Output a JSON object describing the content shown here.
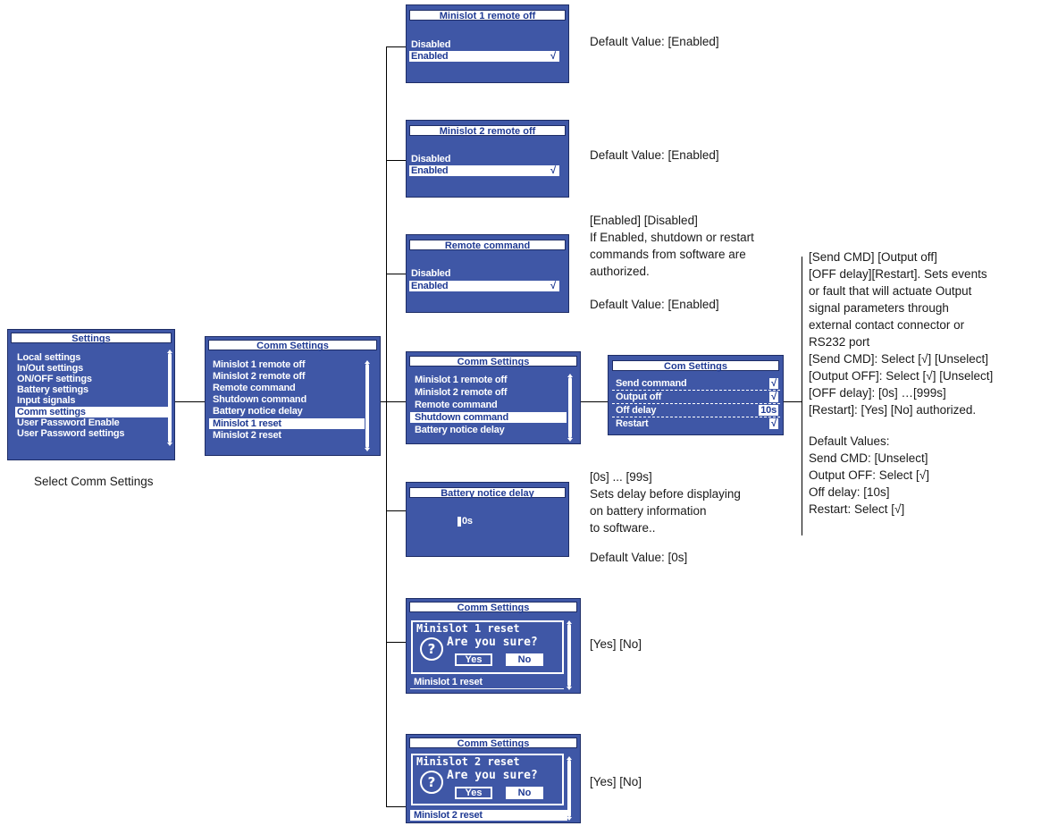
{
  "settings_menu": {
    "title": "Settings",
    "items": [
      "Local settings",
      "In/Out settings",
      "ON/OFF settings",
      "Battery settings",
      "Input signals",
      "Comm settings",
      "User Password Enable",
      "User Password settings"
    ],
    "caption": "Select Comm Settings"
  },
  "comm_menu": {
    "title": "Comm Settings",
    "items": [
      "Minislot 1 remote off",
      "Minislot 2 remote off",
      "Remote command",
      "Shutdown command",
      "Battery notice delay",
      "Minislot 1 reset",
      "Minislot 2 reset"
    ]
  },
  "ms1_remote": {
    "title": "Minislot 1 remote off",
    "opt1": "Disabled",
    "opt2": "Enabled",
    "check": "√",
    "desc": "Default Value: [Enabled]"
  },
  "ms2_remote": {
    "title": "Minislot 2 remote off",
    "opt1": "Disabled",
    "opt2": "Enabled",
    "check": "√",
    "desc": "Default Value: [Enabled]"
  },
  "remote_cmd": {
    "title": "Remote command",
    "opt1": "Disabled",
    "opt2": "Enabled",
    "check": "√",
    "desc_lines": [
      "[Enabled] [Disabled]",
      "If Enabled, shutdown or restart",
      "commands from software are",
      "authorized."
    ],
    "default": "Default Value: [Enabled]"
  },
  "comm_short": {
    "title": "Comm Settings",
    "items": [
      "Minislot 1 remote off",
      "Minislot 2 remote off",
      "Remote command",
      "Shutdown command",
      "Battery notice delay"
    ]
  },
  "shutdown_cmd": {
    "title": "Com Settings",
    "rows": [
      {
        "label": "Send command",
        "value": "√"
      },
      {
        "label": "Output off",
        "value": "√"
      },
      {
        "label": "Off delay",
        "value": "10s"
      },
      {
        "label": "Restart",
        "value": "√"
      }
    ],
    "desc_lines": [
      "[Send CMD] [Output off]",
      "[OFF delay][Restart]. Sets events",
      "or fault that will actuate Output",
      "signal parameters through",
      "external contact connector or",
      "RS232 port",
      "[Send CMD]: Select [√] [Unselect]",
      "[Output OFF]: Select [√] [Unselect]",
      "[OFF delay]: [0s] …[999s]",
      "[Restart]: [Yes] [No] authorized."
    ],
    "default_lines": [
      "Default Values:",
      "Send CMD: [Unselect]",
      "Output OFF: Select [√]",
      "Off delay: [10s]",
      "Restart: Select [√]"
    ]
  },
  "battery_delay": {
    "title": "Battery notice delay",
    "value": "0s",
    "desc_lines": [
      "[0s] ... [99s]",
      "Sets delay before displaying",
      "on battery information",
      "to software.."
    ],
    "default": "Default Value: [0s]"
  },
  "ms1_reset": {
    "title": "Comm Settings",
    "header": "Minislot 1 reset",
    "question": "Are you sure?",
    "yes": "Yes",
    "no": "No",
    "bottom": "Minislot 1 reset",
    "desc": "[Yes] [No]"
  },
  "ms2_reset": {
    "title": "Comm Settings",
    "header": "Minislot 2 reset",
    "question": "Are you sure?",
    "yes": "Yes",
    "no": "No",
    "bottom": "Minislot 2 reset",
    "desc": "[Yes] [No]"
  }
}
